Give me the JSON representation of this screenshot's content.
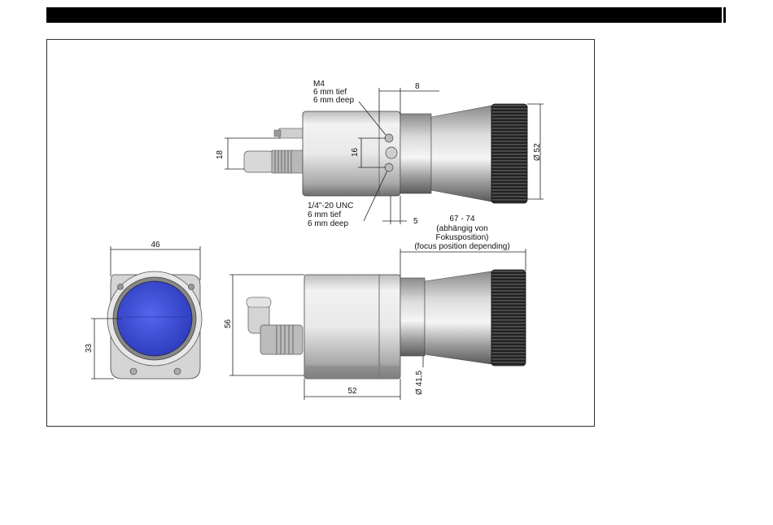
{
  "labels": {
    "thread_top": "M4",
    "thread_top_tief": "6 mm tief",
    "thread_top_deep": "6 mm deep",
    "thread_bottom": "1/4\"-20 UNC",
    "thread_bottom_tief": "6 mm tief",
    "thread_bottom_deep": "6 mm deep",
    "focus_range": "67 - 74",
    "focus_de_1": "(abhängig von",
    "focus_de_2": "Fokusposition)",
    "focus_en": "(focus position depending)"
  },
  "dimensions": {
    "d8": "8",
    "d18": "18",
    "d16": "16",
    "d5": "5",
    "dia52": "Ø 52",
    "d46": "46",
    "d33": "33",
    "d56": "56",
    "d52": "52",
    "dia41_5": "Ø 41,5"
  },
  "colors": {
    "lens_blue": "#3d4fd8",
    "metal_light": "#e4e4e4",
    "metal_dark": "#7a7a7a",
    "knurl": "#2a2a2a"
  }
}
